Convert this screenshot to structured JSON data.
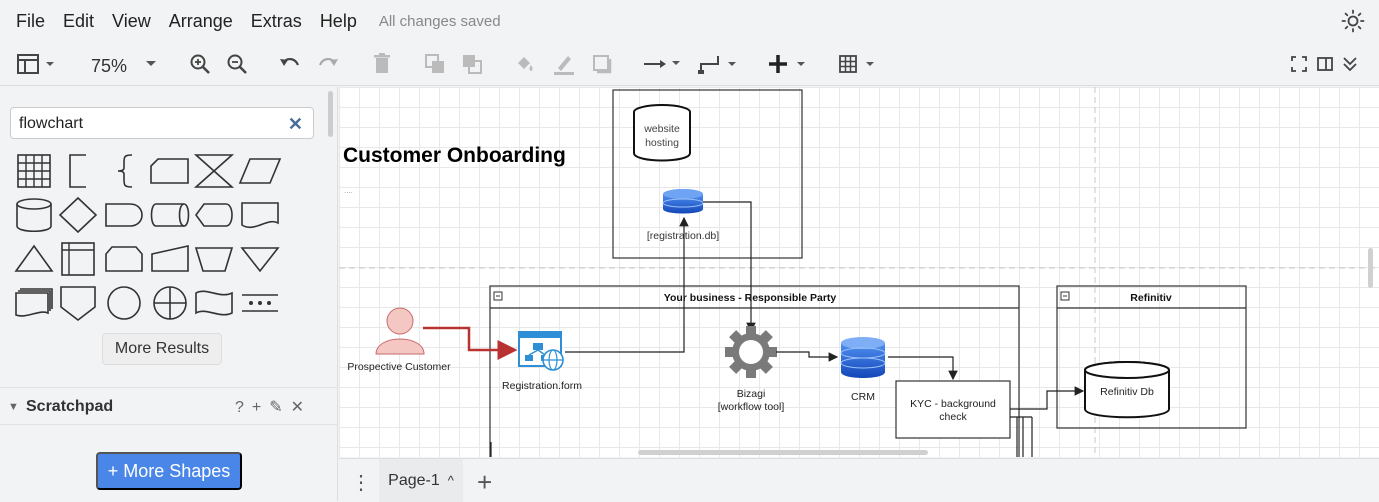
{
  "menu": {
    "items": [
      "File",
      "Edit",
      "View",
      "Arrange",
      "Extras",
      "Help"
    ],
    "status": "All changes saved"
  },
  "toolbar": {
    "zoom": "75%"
  },
  "sidebar": {
    "search_value": "flowchart",
    "more_results": "More Results",
    "scratchpad": "Scratchpad",
    "scratchpad_help": "?",
    "more_shapes": "+ More Shapes"
  },
  "diagram": {
    "title": "Customer Onboarding",
    "website_hosting": [
      "website",
      "hosting"
    ],
    "registration_db": "[registration.db]",
    "business_pool": "Your business - Responsible Party",
    "refinitiv_pool": "Refinitiv",
    "prospective_customer": "Prospective Customer",
    "registration_form": "Registration.form",
    "bizagi": [
      "Bizagi",
      "[workflow tool]"
    ],
    "crm": "CRM",
    "kyc": [
      "KYC - background",
      "check"
    ],
    "refinitiv_db": "Refinitiv Db",
    "dots": "...."
  },
  "footer": {
    "page_tab": "Page-1",
    "page_caret": "^"
  },
  "colors": {
    "accent": "#4a86e8",
    "person": "#f4c7c3",
    "person_stroke": "#c86a6a",
    "red_arrow": "#b83232",
    "db_blue": "#1f5fcf"
  }
}
